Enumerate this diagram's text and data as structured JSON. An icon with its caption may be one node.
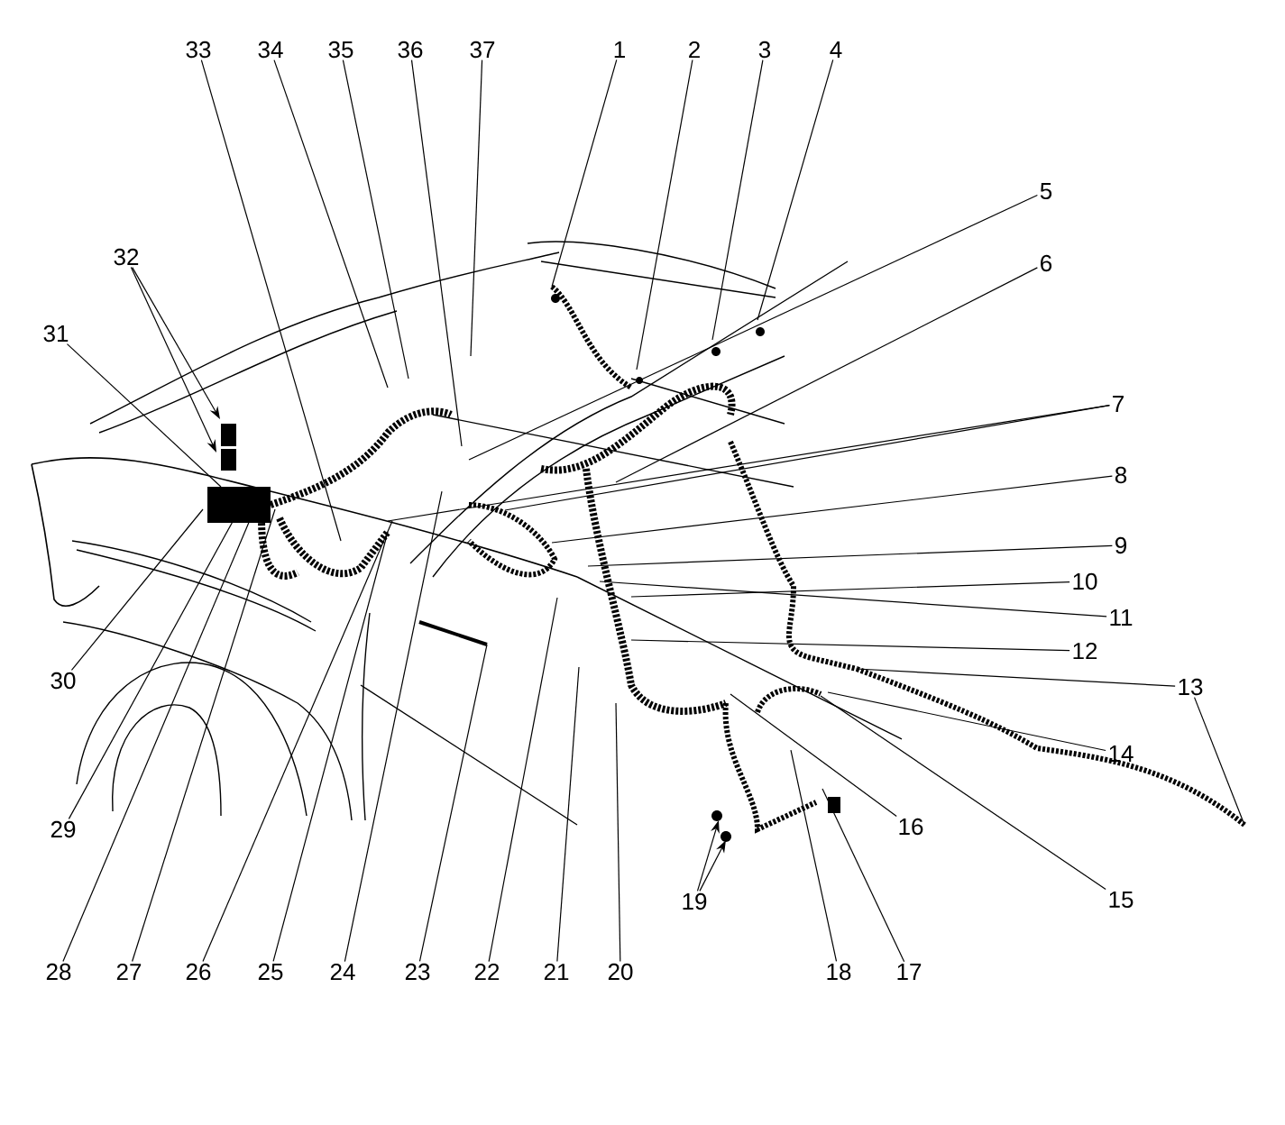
{
  "diagram": {
    "nodes": [
      {
        "text": [
          "1"
        ]
      },
      {
        "text": [
          "2"
        ]
      },
      {
        "text": [
          "3"
        ]
      },
      {
        "text": [
          "4"
        ]
      },
      {
        "text": [
          "5"
        ]
      },
      {
        "text": [
          "6"
        ]
      },
      {
        "text": [
          "7"
        ]
      },
      {
        "text": [
          "8"
        ]
      },
      {
        "text": [
          "9"
        ]
      },
      {
        "text": [
          "10"
        ]
      },
      {
        "text": [
          "11"
        ]
      },
      {
        "text": [
          "12"
        ]
      },
      {
        "text": [
          "13"
        ]
      },
      {
        "text": [
          "14"
        ]
      },
      {
        "text": [
          "15"
        ]
      },
      {
        "text": [
          "16"
        ]
      },
      {
        "text": [
          "17"
        ]
      },
      {
        "text": [
          "18"
        ]
      },
      {
        "text": [
          "19"
        ]
      },
      {
        "text": [
          "20"
        ]
      },
      {
        "text": [
          "21"
        ]
      },
      {
        "text": [
          "22"
        ]
      },
      {
        "text": [
          "23"
        ]
      },
      {
        "text": [
          "24"
        ]
      },
      {
        "text": [
          "25"
        ]
      },
      {
        "text": [
          "26"
        ]
      },
      {
        "text": [
          "27"
        ]
      },
      {
        "text": [
          "28"
        ]
      },
      {
        "text": [
          "29"
        ]
      },
      {
        "text": [
          "30"
        ]
      },
      {
        "text": [
          "31"
        ]
      },
      {
        "text": [
          "32"
        ]
      },
      {
        "text": [
          "33"
        ]
      },
      {
        "text": [
          "34"
        ]
      },
      {
        "text": [
          "35"
        ]
      },
      {
        "text": [
          "36"
        ]
      },
      {
        "text": [
          "37"
        ]
      }
    ],
    "edges": [
      {
        "from": 0,
        "to": null,
        "arrow": "none"
      },
      {
        "from": 1,
        "to": null,
        "arrow": "none"
      },
      {
        "from": 2,
        "to": null,
        "arrow": "none"
      },
      {
        "from": 3,
        "to": null,
        "arrow": "none"
      },
      {
        "from": 4,
        "to": null,
        "arrow": "none"
      },
      {
        "from": 5,
        "to": null,
        "arrow": "none"
      },
      {
        "from": 6,
        "to": null,
        "arrow": "none"
      },
      {
        "from": 6,
        "to": null,
        "arrow": "none"
      },
      {
        "from": 7,
        "to": null,
        "arrow": "none"
      },
      {
        "from": 8,
        "to": null,
        "arrow": "none"
      },
      {
        "from": 9,
        "to": null,
        "arrow": "none"
      },
      {
        "from": 10,
        "to": null,
        "arrow": "none"
      },
      {
        "from": 11,
        "to": null,
        "arrow": "none"
      },
      {
        "from": 12,
        "to": null,
        "arrow": "none"
      },
      {
        "from": 12,
        "to": null,
        "arrow": "none"
      },
      {
        "from": 13,
        "to": null,
        "arrow": "none"
      },
      {
        "from": 14,
        "to": null,
        "arrow": "none"
      },
      {
        "from": 15,
        "to": null,
        "arrow": "none"
      },
      {
        "from": 16,
        "to": null,
        "arrow": "none"
      },
      {
        "from": 17,
        "to": null,
        "arrow": "none"
      },
      {
        "from": 18,
        "to": null,
        "arrow": "to"
      },
      {
        "from": 18,
        "to": null,
        "arrow": "to"
      },
      {
        "from": 19,
        "to": null,
        "arrow": "none"
      },
      {
        "from": 20,
        "to": null,
        "arrow": "none"
      },
      {
        "from": 21,
        "to": null,
        "arrow": "none"
      },
      {
        "from": 22,
        "to": null,
        "arrow": "none"
      },
      {
        "from": 23,
        "to": null,
        "arrow": "none"
      },
      {
        "from": 24,
        "to": null,
        "arrow": "none"
      },
      {
        "from": 25,
        "to": null,
        "arrow": "none"
      },
      {
        "from": 26,
        "to": null,
        "arrow": "none"
      },
      {
        "from": 27,
        "to": null,
        "arrow": "none"
      },
      {
        "from": 28,
        "to": null,
        "arrow": "none"
      },
      {
        "from": 29,
        "to": null,
        "arrow": "none"
      },
      {
        "from": 30,
        "to": null,
        "arrow": "none"
      },
      {
        "from": 31,
        "to": null,
        "arrow": "to"
      },
      {
        "from": 31,
        "to": null,
        "arrow": "to"
      },
      {
        "from": 32,
        "to": null,
        "arrow": "none"
      },
      {
        "from": 33,
        "to": null,
        "arrow": "none"
      },
      {
        "from": 34,
        "to": null,
        "arrow": "none"
      },
      {
        "from": 35,
        "to": null,
        "arrow": "none"
      },
      {
        "from": 36,
        "to": null,
        "arrow": "none"
      }
    ]
  }
}
